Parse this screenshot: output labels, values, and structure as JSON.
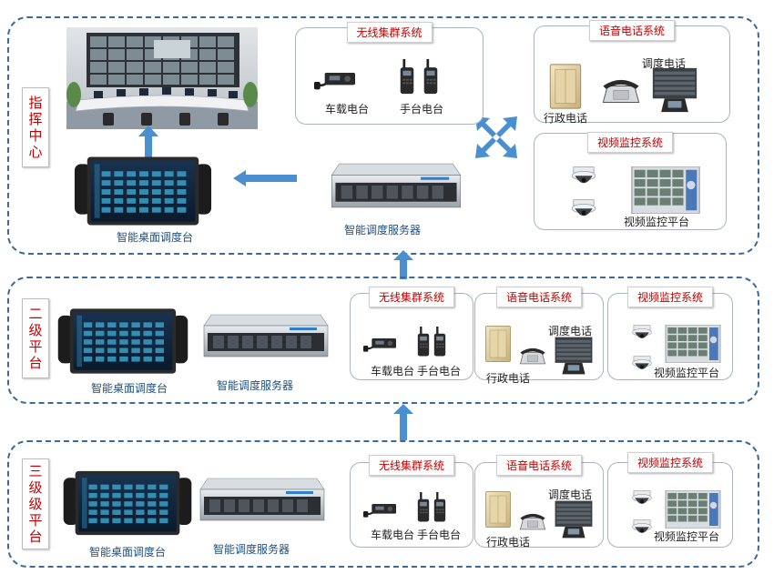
{
  "tiers": [
    {
      "label": [
        "指",
        "挥",
        "中",
        "心"
      ],
      "desk_console": "智能桌面调度台",
      "server": "智能调度服务器",
      "trunking": {
        "title": "无线集群系统",
        "vehicle": "车载电台",
        "handheld": "手台电台"
      },
      "phone": {
        "title": "语音电话系统",
        "dispatch_phone": "调度电话",
        "admin_phone": "行政电话"
      },
      "video": {
        "title": "视频监控系统",
        "platform": "视频监控平台"
      }
    },
    {
      "label": [
        "二",
        "级",
        "平",
        "台"
      ],
      "desk_console": "智能桌面调度台",
      "server": "智能调度服务器",
      "trunking": {
        "title": "无线集群系统",
        "vehicle": "车载电台",
        "handheld": "手台电台"
      },
      "phone": {
        "title": "语音电话系统",
        "dispatch_phone": "调度电话",
        "admin_phone": "行政电话"
      },
      "video": {
        "title": "视频监控系统",
        "platform": "视频监控平台"
      }
    },
    {
      "label": [
        "三",
        "级",
        "级",
        "平",
        "台"
      ],
      "desk_console": "智能桌面调度台",
      "server": "智能调度服务器",
      "trunking": {
        "title": "无线集群系统",
        "vehicle": "车载电台",
        "handheld": "手台电台"
      },
      "phone": {
        "title": "语音电话系统",
        "dispatch_phone": "调度电话",
        "admin_phone": "行政电话"
      },
      "video": {
        "title": "视频监控系统",
        "platform": "视频监控平台"
      }
    }
  ],
  "colors": {
    "frame": "#3b6a99",
    "title_red": "#c00000",
    "arrow": "#4a90d0"
  },
  "icons": [
    "control-room-image",
    "desk-console-icon",
    "rack-server-icon",
    "vehicle-radio-icon",
    "handheld-radio-icon",
    "pbx-icon",
    "desk-phone-icon",
    "dome-camera-icon",
    "video-wall-icon",
    "four-way-arrow-icon",
    "arrow-left-icon",
    "arrow-up-icon"
  ]
}
